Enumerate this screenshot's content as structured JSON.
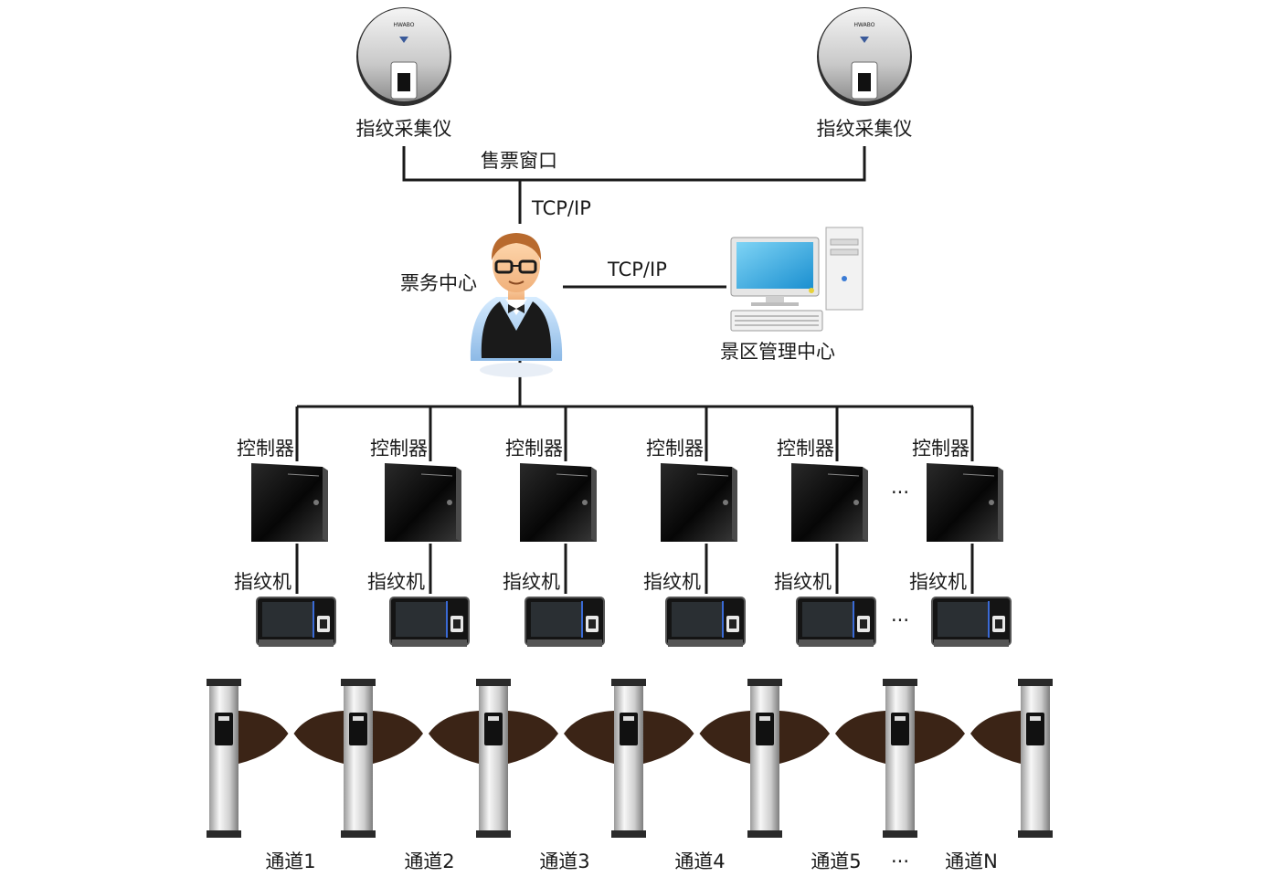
{
  "collectors": {
    "label": "指纹采集仪",
    "brand": "HWABO"
  },
  "ticket_window": "售票窗口",
  "protocols": {
    "uplink": "TCP/IP",
    "management": "TCP/IP"
  },
  "ticket_center": "票务中心",
  "management_center": "景区管理中心",
  "controller_label": "控制器",
  "fingerprint_machine_label": "指纹机",
  "ellipsis": "···",
  "channels": [
    "通道1",
    "通道2",
    "通道3",
    "通道4",
    "通道5",
    "通道N"
  ],
  "colors": {
    "line": "#1a1a1a",
    "wing": "#3b2416",
    "monitor_screen": "#29a8e0",
    "device_body": "#0d0d0d"
  },
  "icons": {
    "collector": "fingerprint-collector-icon",
    "operator": "ticket-operator-icon",
    "computer": "desktop-computer-icon",
    "controller": "access-controller-box-icon",
    "fingerprint_machine": "fingerprint-terminal-icon",
    "turnstile": "turnstile-pole-icon",
    "wing": "turnstile-wing-icon"
  }
}
